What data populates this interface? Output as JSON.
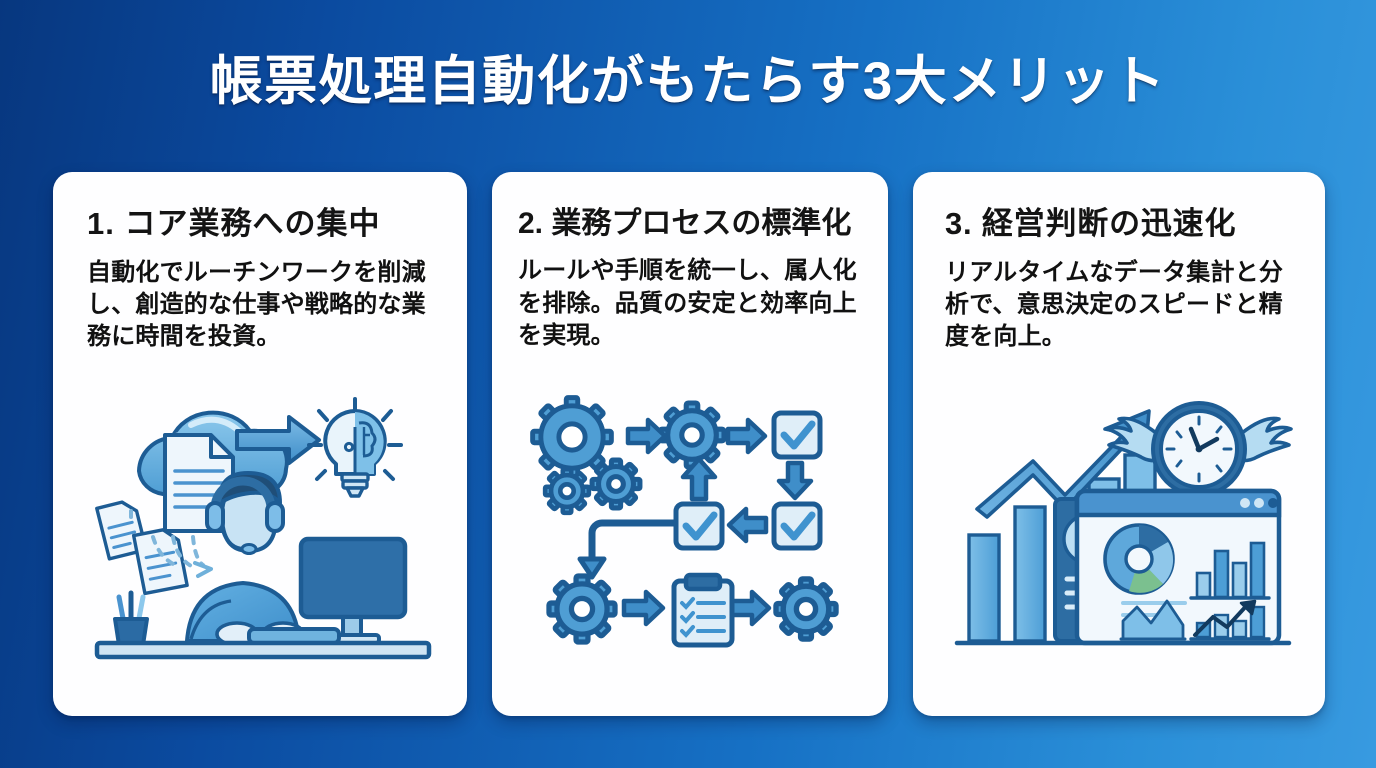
{
  "slide": {
    "title": "帳票処理自動化がもたらす3大メリット",
    "background_gradient_from": "#07377f",
    "background_gradient_to": "#389ae0"
  },
  "cards": [
    {
      "number": "1.",
      "heading": "1. コア業務への集中",
      "body": "自動化でルーチンワークを削減し、創造的な仕事や戦略的な業務に時間を投資。",
      "illustration": "cloud-documents-person-lightbulb-illustration",
      "illustration_elements": [
        "cloud-icon",
        "document-icon",
        "arrow-right-icon",
        "lightbulb-brain-icon",
        "person-headset-computer-icon",
        "pen-cup-icon",
        "desk-icon"
      ]
    },
    {
      "number": "2.",
      "heading": "2. 業務プロセスの標準化",
      "body": "ルールや手順を統一し、属人化を排除。品質の安定と効率向上を実現。",
      "illustration": "gears-workflow-checklist-illustration",
      "illustration_elements": [
        "gear-icon",
        "arrow-right-icon",
        "checkbox-checked-icon",
        "arrow-down-icon",
        "arrow-left-icon",
        "arrow-up-icon",
        "clipboard-checklist-icon"
      ]
    },
    {
      "number": "3.",
      "heading": "3. 経営判断の迅速化",
      "body": "リアルタイムなデータ集計と分析で、意思決定のスピードと精度を向上。",
      "illustration": "dashboard-charts-winged-clock-illustration",
      "illustration_elements": [
        "bar-chart-icon",
        "growth-arrow-icon",
        "winged-clock-icon",
        "pie-chart-icon",
        "donut-chart-icon",
        "browser-window-icon",
        "area-chart-icon",
        "trend-line-icon"
      ]
    }
  ],
  "palette": {
    "card_background": "#fefeff",
    "heading_color": "#141414",
    "body_color": "#111111",
    "title_color": "#ffffff",
    "art_dark_blue": "#1d5c94",
    "art_mid_blue": "#4a93cf",
    "art_light_blue": "#a9d3ee",
    "art_pale": "#e8f3fb"
  }
}
